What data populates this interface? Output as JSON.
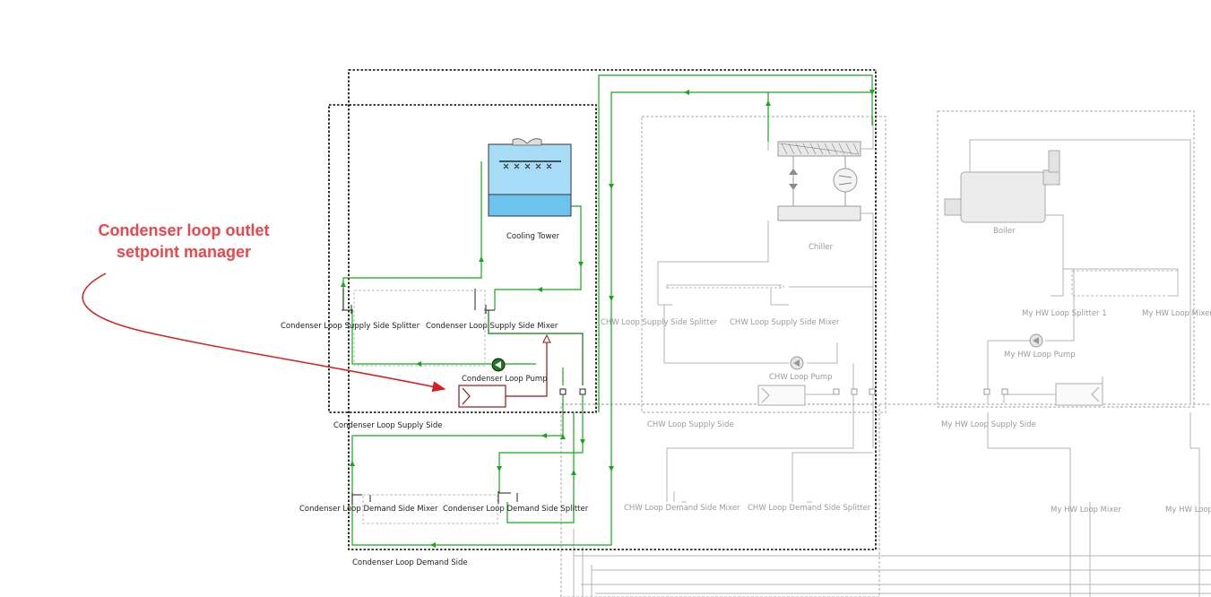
{
  "annotation": {
    "line1": "Condenser loop outlet",
    "line2": "setpoint manager",
    "color": "#e8474c"
  },
  "condenser_loop": {
    "cooling_tower": "Cooling Tower",
    "supply_splitter": "Condenser Loop Supply Side Splitter",
    "supply_mixer": "Condenser Loop Supply Side Mixer",
    "pump": "Condenser Loop Pump",
    "supply_side": "Condenser Loop Supply Side",
    "demand_mixer": "Condenser Loop Demand Side Mixer",
    "demand_splitter": "Condenser Loop Demand Side Splitter",
    "demand_side": "Condenser Loop Demand Side"
  },
  "chw_loop": {
    "chiller": "Chiller",
    "supply_splitter": "CHW Loop Supply Side Splitter",
    "supply_mixer": "CHW Loop Supply Side Mixer",
    "pump": "CHW Loop Pump",
    "supply_side": "CHW Loop Supply Side",
    "demand_mixer": "CHW Loop Demand Side Mixer",
    "demand_splitter": "CHW Loop Demand Side Splitter"
  },
  "hw_loop": {
    "boiler": "Boiler",
    "splitter": "My HW Loop Splitter 1",
    "mixer_right": "My HW Loop Mixer",
    "pump": "My HW Loop Pump",
    "supply_side": "My HW Loop Supply Side",
    "demand_mixer": "My HW Loop Mixer",
    "demand_partial": "My HW Loop"
  },
  "colors": {
    "active_pipe": "#1aa61a",
    "inactive_pipe": "#b4b4b4",
    "tower_water": "#6cc4ee",
    "setpoint_manager": "#8b1a1a"
  }
}
